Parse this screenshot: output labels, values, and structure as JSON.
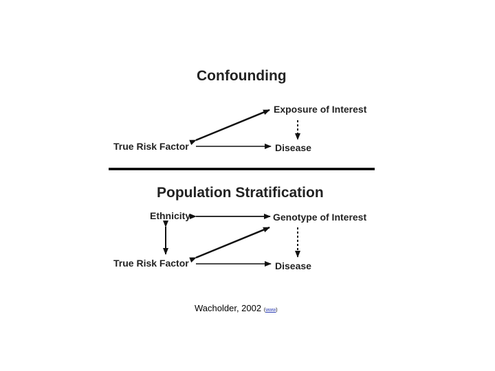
{
  "confounding": {
    "title": "Confounding",
    "exposure_label": "Exposure of Interest",
    "risk_factor_label": "True Risk Factor",
    "disease_label": "Disease"
  },
  "stratification": {
    "title": "Population Stratification",
    "ethnicity_label": "Ethnicity",
    "genotype_label": "Genotype of Interest",
    "risk_factor_label": "True Risk Factor",
    "disease_label": "Disease"
  },
  "citation": {
    "text": "Wacholder, 2002",
    "link_text": "www",
    "open_paren": "(",
    "close_paren": ")"
  }
}
